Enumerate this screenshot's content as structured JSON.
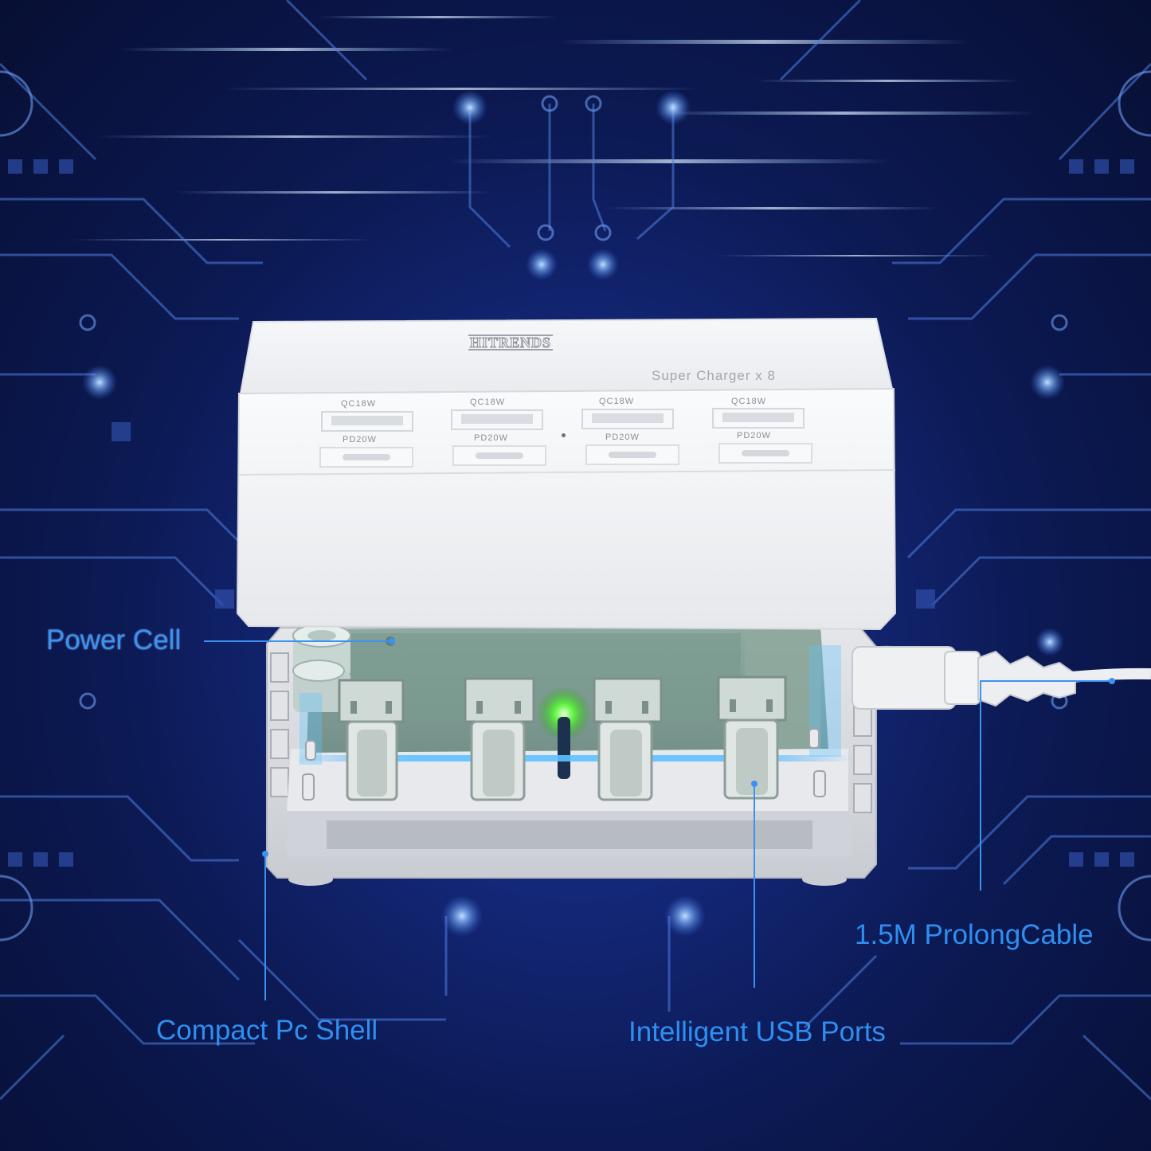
{
  "product": {
    "brand": "HITRENDS",
    "model_text": "Super Charger x 8",
    "qc_label": "QC18W",
    "pd_label": "PD20W"
  },
  "callouts": {
    "power_cell": "Power Cell",
    "compact_shell": "Compact Pc Shell",
    "usb_ports": "Intelligent USB Ports",
    "cable": "1.5M ProlongCable"
  },
  "colors": {
    "background": "#0b1640",
    "circuit": "#4f7ee0",
    "callout": "#3a92f2",
    "shell": "#f2f3f6"
  }
}
